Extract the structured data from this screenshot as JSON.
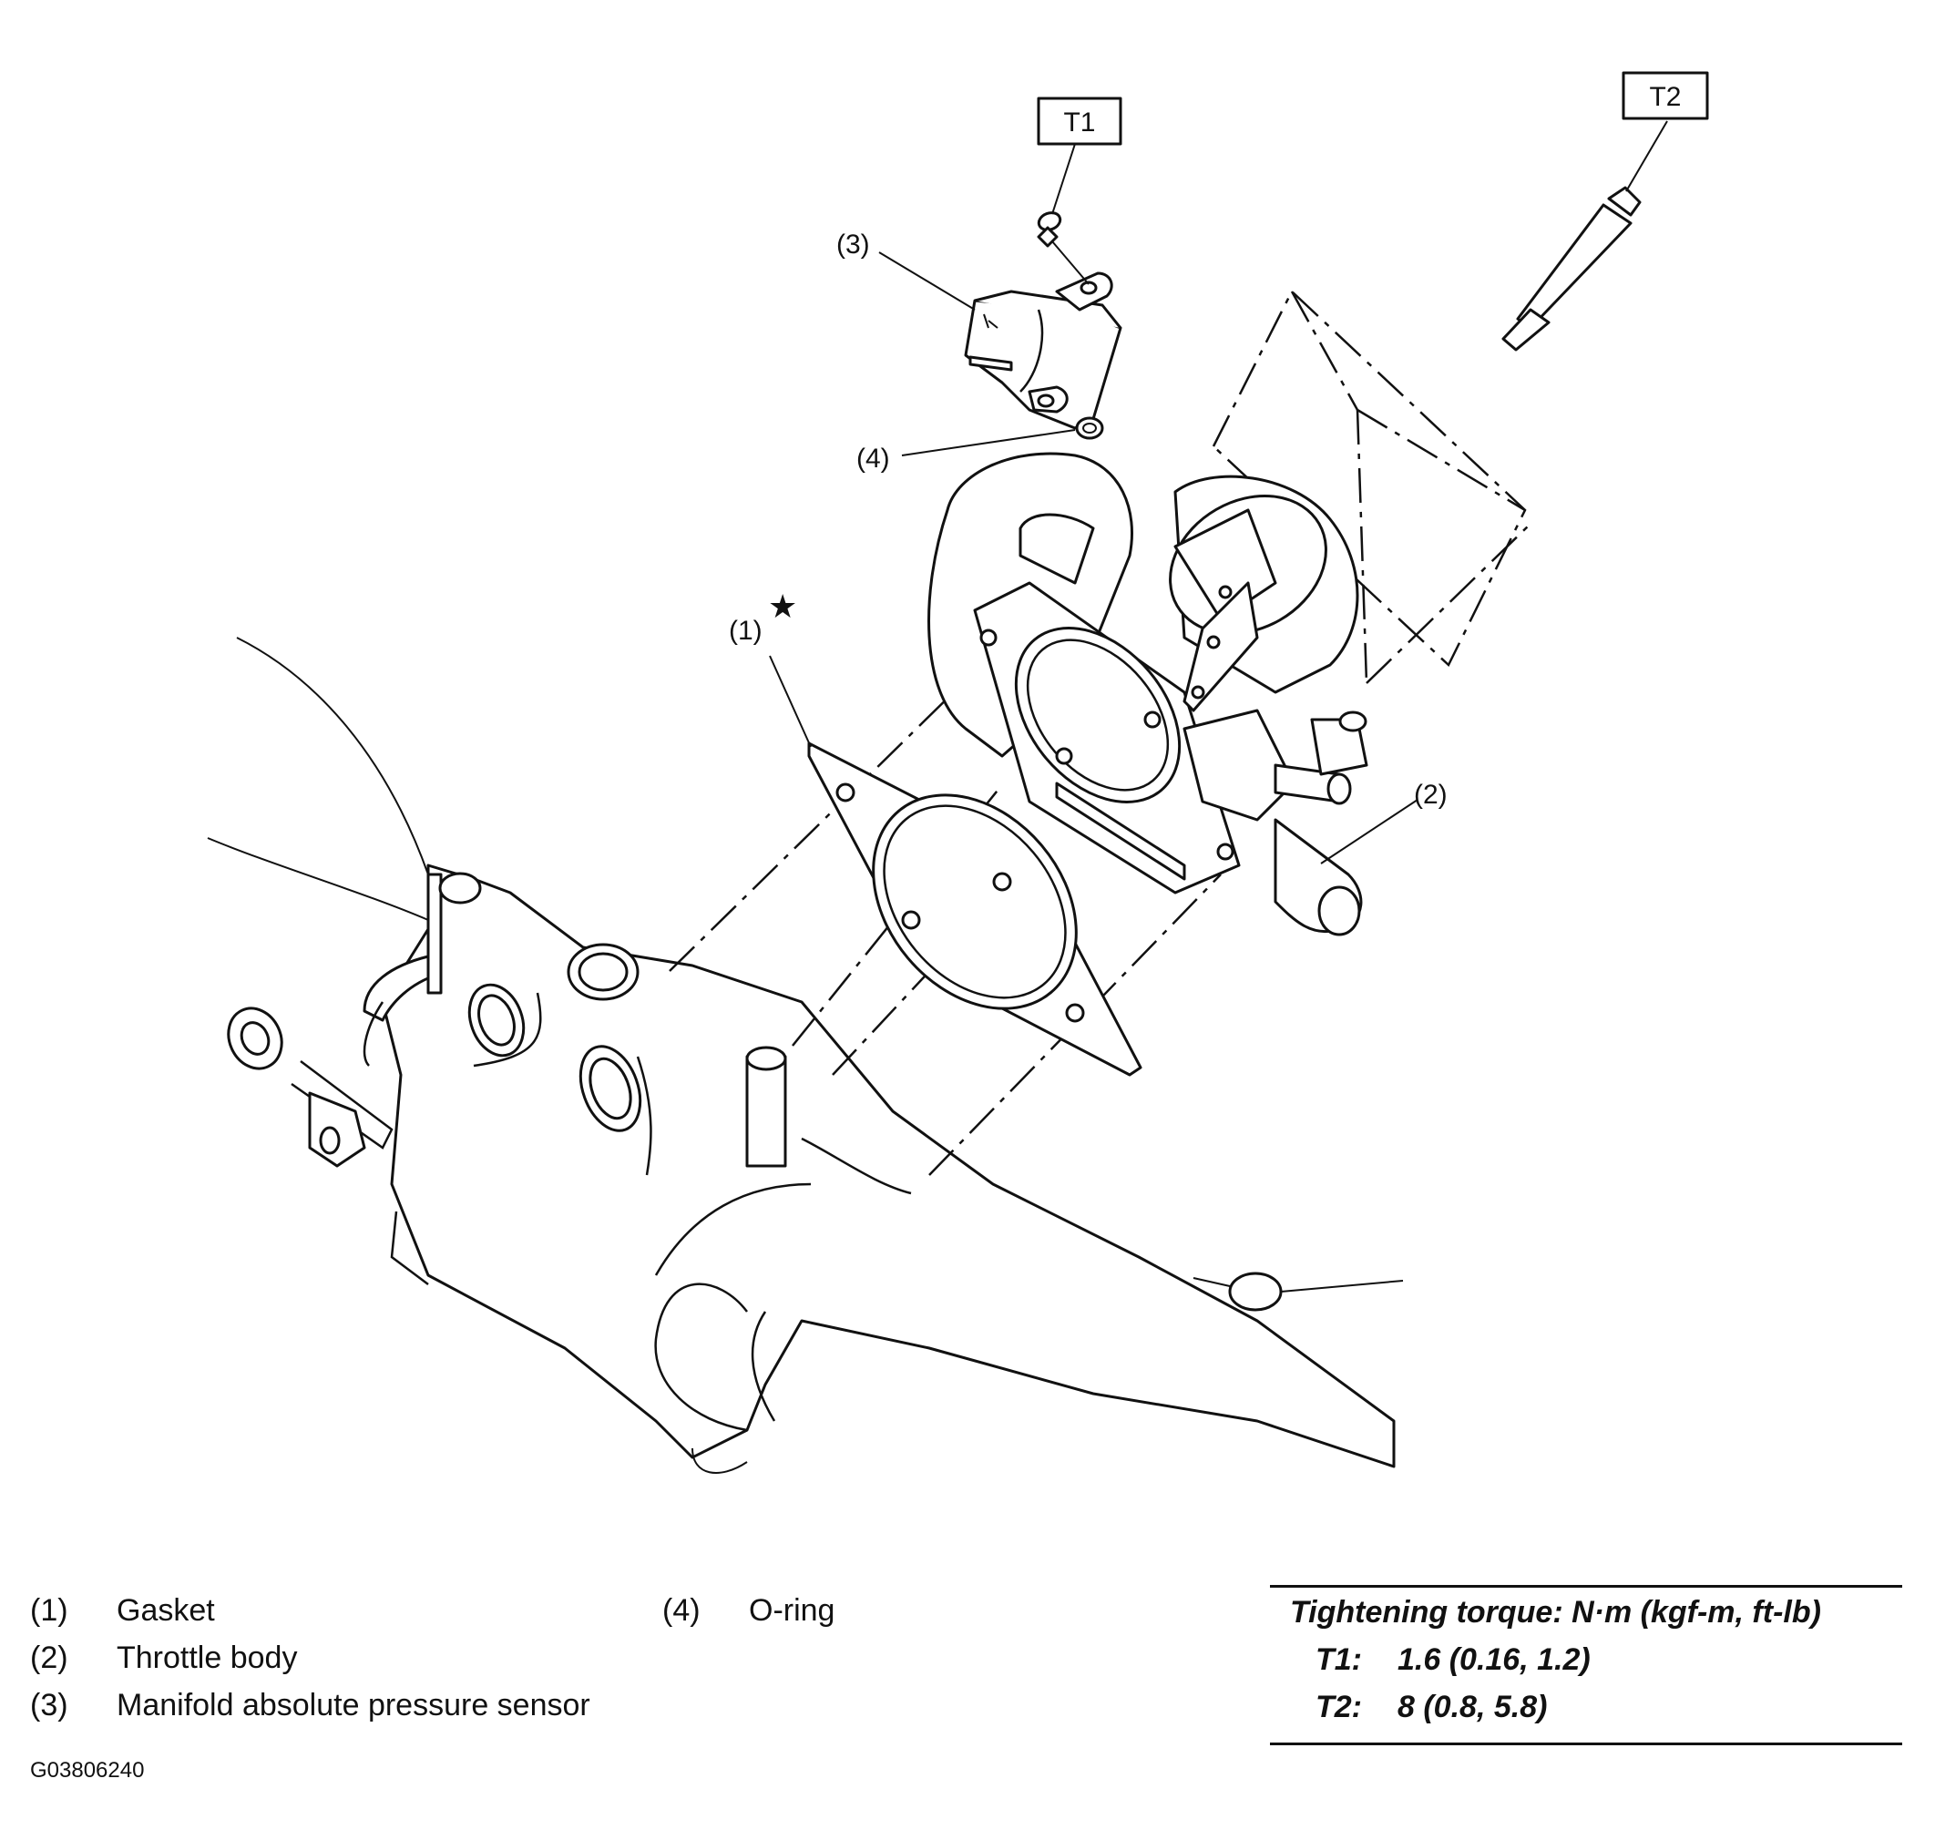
{
  "callouts": {
    "gasket": "(1)",
    "throttle_body": "(2)",
    "map_sensor": "(3)",
    "o_ring": "(4)",
    "torque_t1": "T1",
    "torque_t2": "T2",
    "star": "★"
  },
  "legend": {
    "items": [
      {
        "num": "(1)",
        "label": "Gasket"
      },
      {
        "num": "(2)",
        "label": "Throttle body"
      },
      {
        "num": "(3)",
        "label": "Manifold absolute pressure sensor"
      },
      {
        "num": "(4)",
        "label": "O-ring"
      }
    ]
  },
  "torque_table": {
    "heading": "Tightening torque: N·m (kgf-m, ft-lb)",
    "rows": [
      {
        "key": "T1:",
        "value": "1.6 (0.16, 1.2)"
      },
      {
        "key": "T2:",
        "value": "8 (0.8, 5.8)"
      }
    ]
  },
  "figure_code": "G03806240"
}
